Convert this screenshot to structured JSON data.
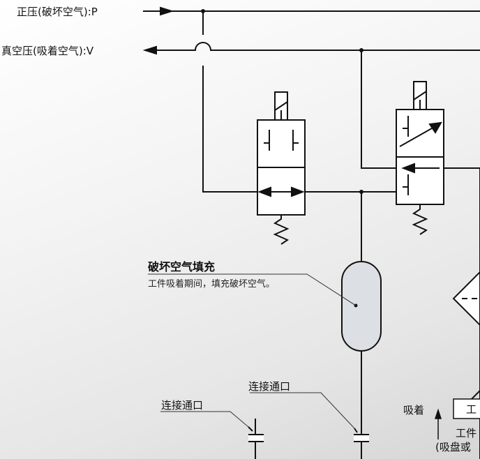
{
  "lines": {
    "positive": "正压(破坏空气):P",
    "vacuum": "真空压(吸着空气):V"
  },
  "callouts": {
    "fill_title": "破坏空气填充",
    "fill_desc": "工件吸着期间，填充破坏空气。",
    "port1": "连接通口",
    "port2": "连接通口"
  },
  "workpiece": {
    "adsorb": "吸着",
    "box": "工",
    "label1": "工件",
    "label2": "(吸盘或"
  },
  "colors": {
    "line": "#111111",
    "tank": "#dcdfe3"
  }
}
